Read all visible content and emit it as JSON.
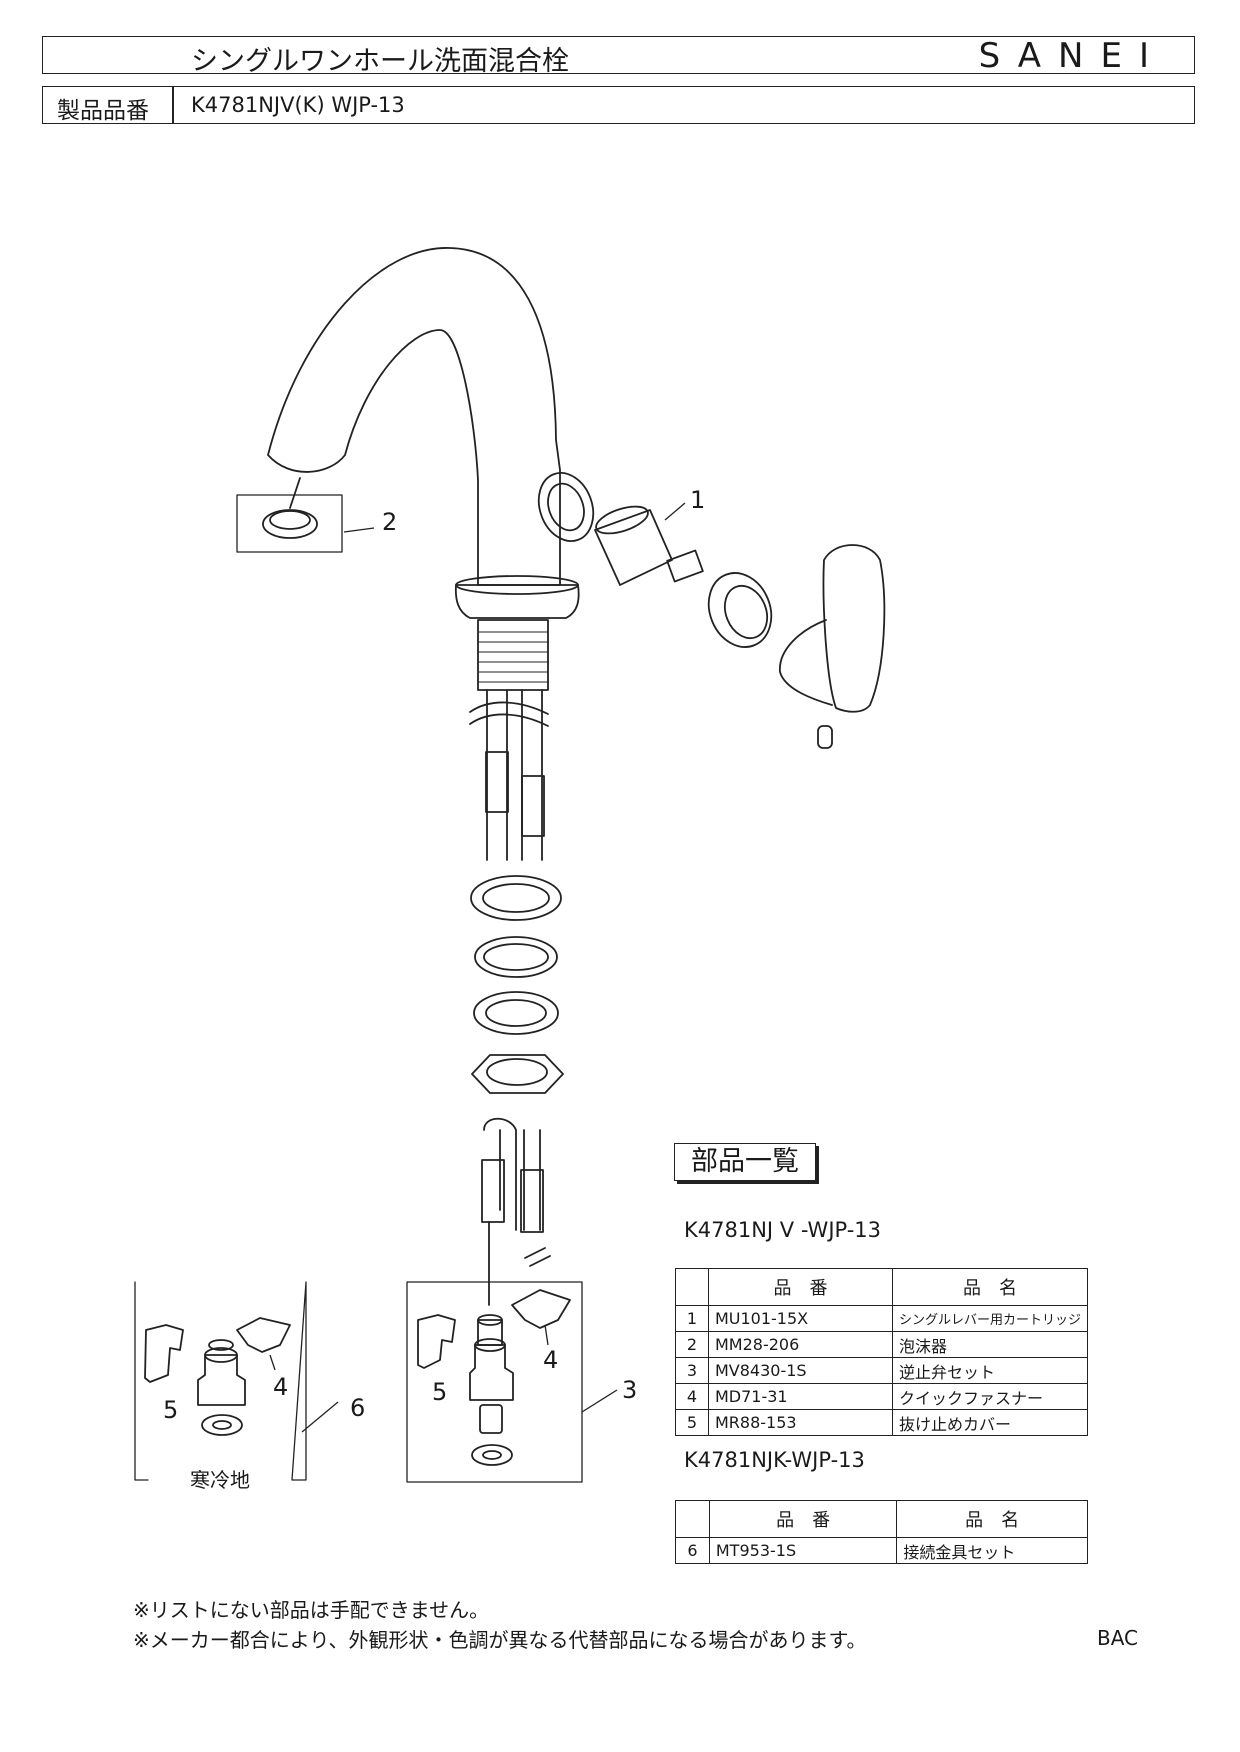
{
  "header": {
    "title": "シングルワンホール洗面混合栓",
    "brand": "SANEI",
    "label": "製品品番",
    "model": "K4781NJV(K)  WJP-13"
  },
  "callouts": {
    "c1": "1",
    "c2": "2",
    "c3": "3",
    "c4a": "4",
    "c4b": "4",
    "c5a": "5",
    "c5b": "5",
    "c6": "6",
    "cold": "寒冷地"
  },
  "parts": {
    "title": "部品一覧",
    "group1": {
      "model": "K4781NJ V -WJP-13",
      "headers": [
        "品　番",
        "品　名"
      ],
      "rows": [
        {
          "no": "1",
          "code": "MU101-15X",
          "name": "シングルレバー用カートリッジ"
        },
        {
          "no": "2",
          "code": "MM28-206",
          "name": "泡沫器"
        },
        {
          "no": "3",
          "code": "MV8430-1S",
          "name": "逆止弁セット"
        },
        {
          "no": "4",
          "code": "MD71-31",
          "name": "クイックファスナー"
        },
        {
          "no": "5",
          "code": "MR88-153",
          "name": "抜け止めカバー"
        }
      ]
    },
    "group2": {
      "model": "K4781NJK-WJP-13",
      "headers": [
        "品　番",
        "品　名"
      ],
      "rows": [
        {
          "no": "6",
          "code": "MT953-1S",
          "name": "接続金具セット"
        }
      ]
    }
  },
  "notes": [
    "※リストにない部品は手配できません。",
    "※メーカー都合により、外観形状・色調が異なる代替部品になる場合があります。"
  ],
  "doc_code": "BAC"
}
